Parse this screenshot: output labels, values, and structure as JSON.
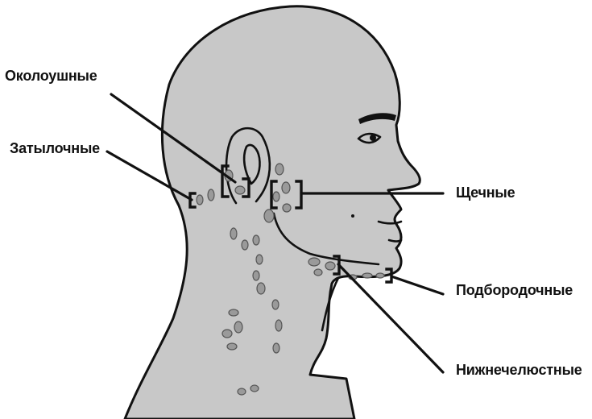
{
  "labels": {
    "parotid": "Околоушные",
    "occipital": "Затылочные",
    "buccal": "Щечные",
    "submental": "Подбородочные",
    "submandibular": "Нижнечелюстные"
  }
}
